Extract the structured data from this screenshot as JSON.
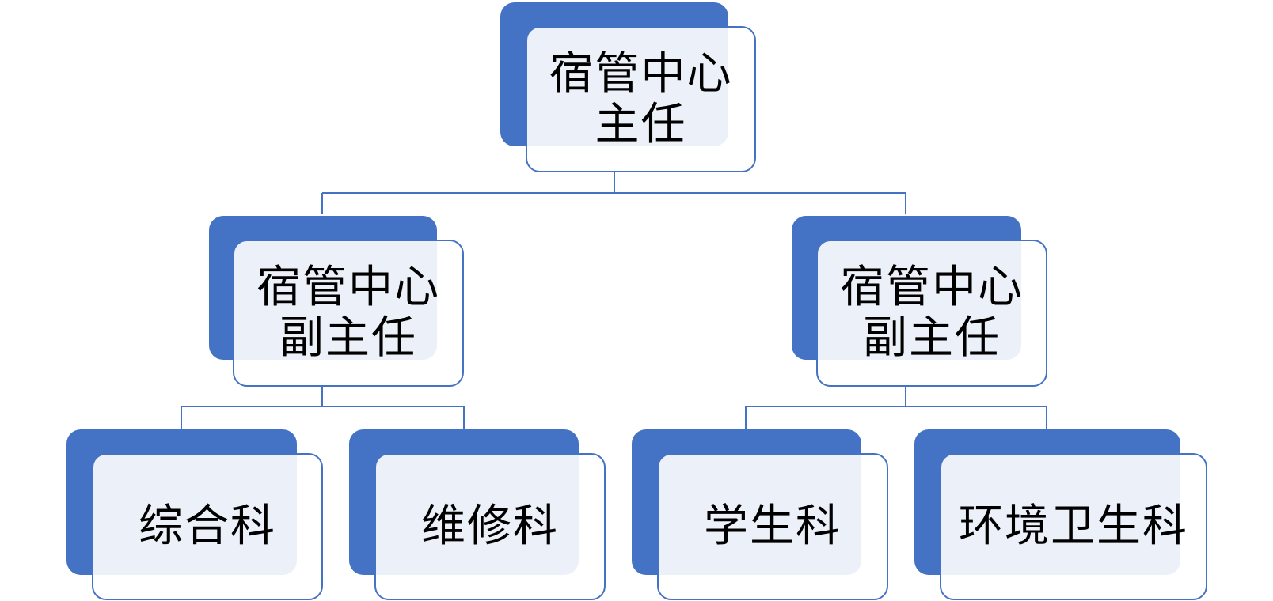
{
  "org_chart": {
    "root": {
      "lines": [
        "宿管中心",
        "主任"
      ]
    },
    "deputies": [
      {
        "lines": [
          "宿管中心",
          "副主任"
        ],
        "departments": [
          "综合科",
          "维修科"
        ]
      },
      {
        "lines": [
          "宿管中心",
          "副主任"
        ],
        "departments": [
          "学生科",
          "环境卫生科"
        ]
      }
    ]
  },
  "colors": {
    "accent": "#4472c4",
    "text": "#000000",
    "background": "#ffffff"
  }
}
